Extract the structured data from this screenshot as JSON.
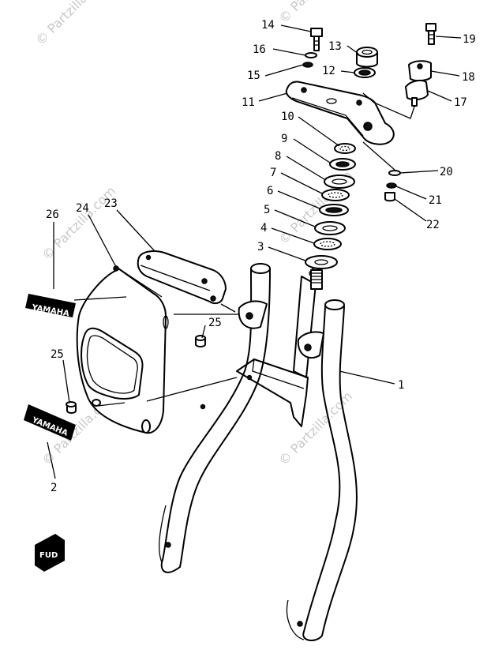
{
  "watermark": "© Partzilla.com",
  "decal_text": "YAMAHA",
  "fuel_decal_text": "FUD",
  "callouts": [
    {
      "id": "14",
      "label": "14"
    },
    {
      "id": "13",
      "label": "13"
    },
    {
      "id": "19",
      "label": "19"
    },
    {
      "id": "16",
      "label": "16"
    },
    {
      "id": "12",
      "label": "12"
    },
    {
      "id": "18",
      "label": "18"
    },
    {
      "id": "15",
      "label": "15"
    },
    {
      "id": "17",
      "label": "17"
    },
    {
      "id": "11",
      "label": "11"
    },
    {
      "id": "10",
      "label": "10"
    },
    {
      "id": "9",
      "label": "9"
    },
    {
      "id": "20",
      "label": "20"
    },
    {
      "id": "8",
      "label": "8"
    },
    {
      "id": "21",
      "label": "21"
    },
    {
      "id": "7",
      "label": "7"
    },
    {
      "id": "22",
      "label": "22"
    },
    {
      "id": "6",
      "label": "6"
    },
    {
      "id": "5",
      "label": "5"
    },
    {
      "id": "4",
      "label": "4"
    },
    {
      "id": "3",
      "label": "3"
    },
    {
      "id": "26",
      "label": "26"
    },
    {
      "id": "24",
      "label": "24"
    },
    {
      "id": "23",
      "label": "23"
    },
    {
      "id": "25a",
      "label": "25"
    },
    {
      "id": "25b",
      "label": "25"
    },
    {
      "id": "1",
      "label": "1"
    },
    {
      "id": "2",
      "label": "2"
    }
  ]
}
